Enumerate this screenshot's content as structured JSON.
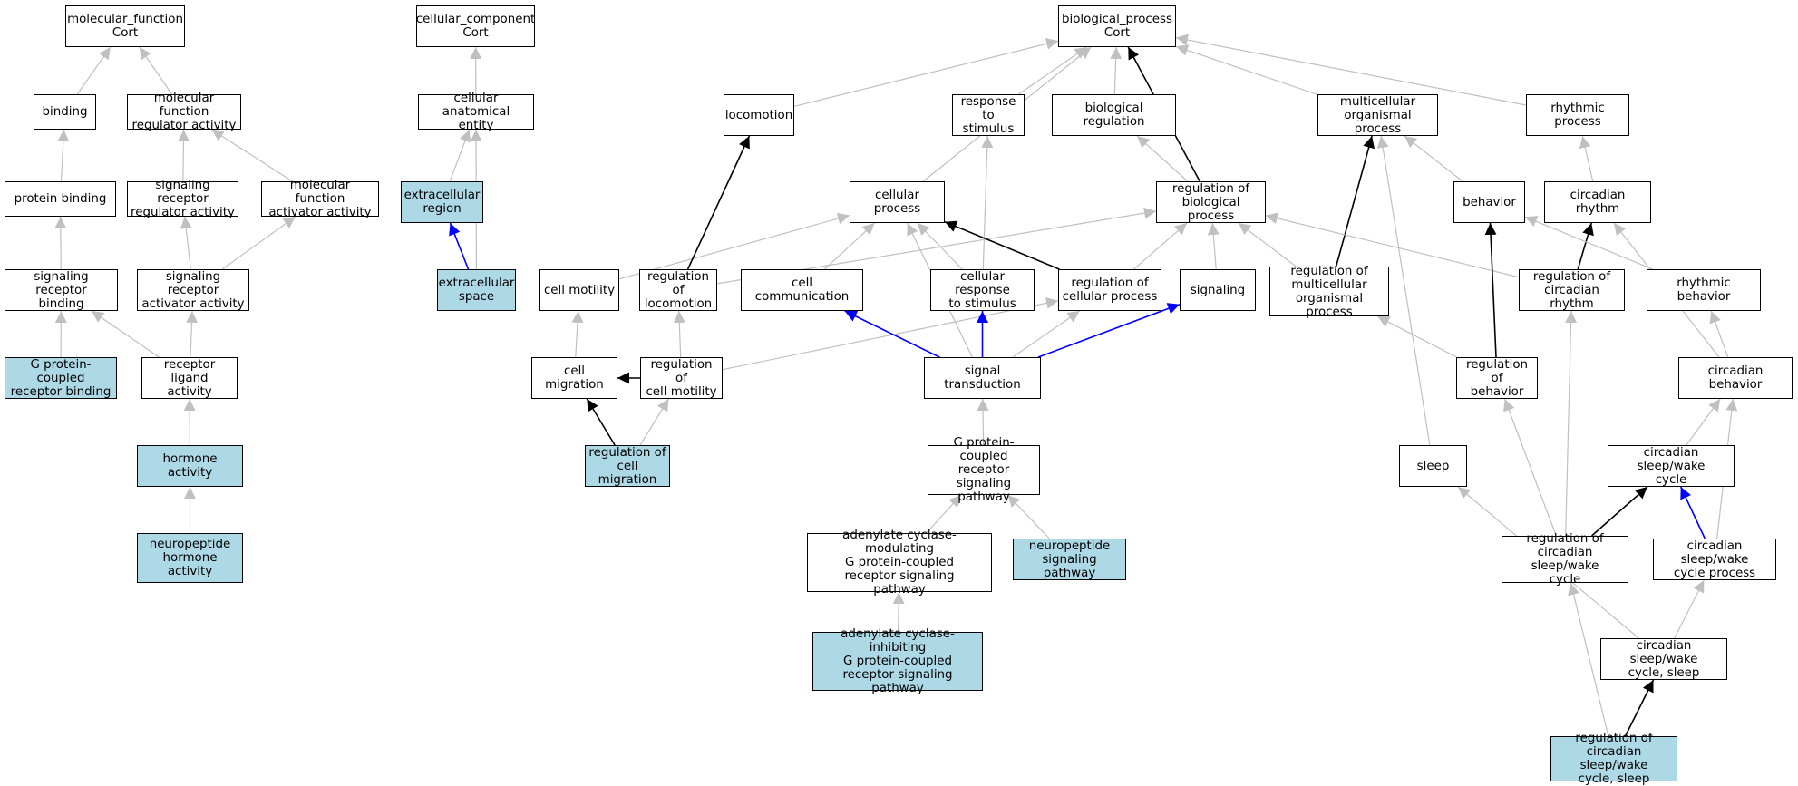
{
  "colors": {
    "is_a": "#c0c0c0",
    "part_of": "#000000",
    "regulates": "#0000ff",
    "highlight_fill": "#add8e6",
    "node_fill": "#ffffff"
  },
  "nodes": [
    {
      "id": "mf",
      "label": "molecular_function\nCort",
      "highlight": false
    },
    {
      "id": "binding",
      "label": "binding",
      "highlight": false
    },
    {
      "id": "mfra",
      "label": "molecular function\nregulator activity",
      "highlight": false
    },
    {
      "id": "protbind",
      "label": "protein binding",
      "highlight": false
    },
    {
      "id": "srra",
      "label": "signaling receptor\nregulator activity",
      "highlight": false
    },
    {
      "id": "mfaa",
      "label": "molecular function\nactivator activity",
      "highlight": false
    },
    {
      "id": "srb",
      "label": "signaling receptor\nbinding",
      "highlight": false
    },
    {
      "id": "sraa",
      "label": "signaling receptor\nactivator activity",
      "highlight": false
    },
    {
      "id": "gpcrb",
      "label": "G protein-coupled\nreceptor binding",
      "highlight": true
    },
    {
      "id": "rla",
      "label": "receptor ligand\nactivity",
      "highlight": false
    },
    {
      "id": "hormone",
      "label": "hormone activity",
      "highlight": true
    },
    {
      "id": "neurohorm",
      "label": "neuropeptide\nhormone activity",
      "highlight": true
    },
    {
      "id": "cc",
      "label": "cellular_component\nCort",
      "highlight": false
    },
    {
      "id": "cae",
      "label": "cellular anatomical\nentity",
      "highlight": false
    },
    {
      "id": "ecr",
      "label": "extracellular\nregion",
      "highlight": true
    },
    {
      "id": "ecs",
      "label": "extracellular\nspace",
      "highlight": true
    },
    {
      "id": "bp",
      "label": "biological_process\nCort",
      "highlight": false
    },
    {
      "id": "locomotion",
      "label": "locomotion",
      "highlight": false
    },
    {
      "id": "rts",
      "label": "response to\nstimulus",
      "highlight": false
    },
    {
      "id": "bioreg",
      "label": "biological regulation",
      "highlight": false
    },
    {
      "id": "mop",
      "label": "multicellular\norganismal process",
      "highlight": false
    },
    {
      "id": "rhythmic",
      "label": "rhythmic process",
      "highlight": false
    },
    {
      "id": "cellproc",
      "label": "cellular process",
      "highlight": false
    },
    {
      "id": "robp",
      "label": "regulation of\nbiological process",
      "highlight": false
    },
    {
      "id": "behavior",
      "label": "behavior",
      "highlight": false
    },
    {
      "id": "circrhythm",
      "label": "circadian rhythm",
      "highlight": false
    },
    {
      "id": "cellmot",
      "label": "cell motility",
      "highlight": false
    },
    {
      "id": "reglocom",
      "label": "regulation of\nlocomotion",
      "highlight": false
    },
    {
      "id": "cellcomm",
      "label": "cell communication",
      "highlight": false
    },
    {
      "id": "crts",
      "label": "cellular response\nto stimulus",
      "highlight": false
    },
    {
      "id": "regcp",
      "label": "regulation of\ncellular process",
      "highlight": false
    },
    {
      "id": "signaling",
      "label": "signaling",
      "highlight": false
    },
    {
      "id": "regmop",
      "label": "regulation of\nmulticellular\norganismal process",
      "highlight": false
    },
    {
      "id": "regcr",
      "label": "regulation of\ncircadian rhythm",
      "highlight": false
    },
    {
      "id": "rhythbeh",
      "label": "rhythmic behavior",
      "highlight": false
    },
    {
      "id": "cellmig",
      "label": "cell migration",
      "highlight": false
    },
    {
      "id": "regcm",
      "label": "regulation of\ncell motility",
      "highlight": false
    },
    {
      "id": "sigtrans",
      "label": "signal transduction",
      "highlight": false
    },
    {
      "id": "regbeh",
      "label": "regulation of\nbehavior",
      "highlight": false
    },
    {
      "id": "circbeh",
      "label": "circadian behavior",
      "highlight": false
    },
    {
      "id": "regcmig",
      "label": "regulation of\ncell migration",
      "highlight": true
    },
    {
      "id": "gpcrsp",
      "label": "G protein-coupled\nreceptor signaling\npathway",
      "highlight": false
    },
    {
      "id": "sleep",
      "label": "sleep",
      "highlight": false
    },
    {
      "id": "cswc",
      "label": "circadian sleep/wake\ncycle",
      "highlight": false
    },
    {
      "id": "acm",
      "label": "adenylate cyclase-modulating\nG protein-coupled\nreceptor signaling\npathway",
      "highlight": false
    },
    {
      "id": "neurosp",
      "label": "neuropeptide\nsignaling pathway",
      "highlight": true
    },
    {
      "id": "regcswc",
      "label": "regulation of\ncircadian sleep/wake\ncycle",
      "highlight": false
    },
    {
      "id": "cswcp",
      "label": "circadian sleep/wake\ncycle process",
      "highlight": false
    },
    {
      "id": "aci",
      "label": "adenylate cyclase-inhibiting\nG protein-coupled\nreceptor signaling\npathway",
      "highlight": true
    },
    {
      "id": "cswcs",
      "label": "circadian sleep/wake\ncycle, sleep",
      "highlight": false
    },
    {
      "id": "regcswcs",
      "label": "regulation of\ncircadian sleep/wake\ncycle, sleep",
      "highlight": true
    }
  ],
  "edges": [
    {
      "from": "binding",
      "to": "mf",
      "type": "is_a"
    },
    {
      "from": "mfra",
      "to": "mf",
      "type": "is_a"
    },
    {
      "from": "protbind",
      "to": "binding",
      "type": "is_a"
    },
    {
      "from": "srra",
      "to": "mfra",
      "type": "is_a"
    },
    {
      "from": "mfaa",
      "to": "mfra",
      "type": "is_a"
    },
    {
      "from": "srb",
      "to": "protbind",
      "type": "is_a"
    },
    {
      "from": "sraa",
      "to": "srra",
      "type": "is_a"
    },
    {
      "from": "sraa",
      "to": "mfaa",
      "type": "is_a"
    },
    {
      "from": "gpcrb",
      "to": "srb",
      "type": "is_a"
    },
    {
      "from": "rla",
      "to": "srb",
      "type": "is_a"
    },
    {
      "from": "rla",
      "to": "sraa",
      "type": "is_a"
    },
    {
      "from": "hormone",
      "to": "rla",
      "type": "is_a"
    },
    {
      "from": "neurohorm",
      "to": "hormone",
      "type": "is_a"
    },
    {
      "from": "cae",
      "to": "cc",
      "type": "is_a"
    },
    {
      "from": "ecr",
      "to": "cae",
      "type": "is_a"
    },
    {
      "from": "ecs",
      "to": "cae",
      "type": "is_a"
    },
    {
      "from": "ecs",
      "to": "ecr",
      "type": "regulates"
    },
    {
      "from": "locomotion",
      "to": "bp",
      "type": "is_a"
    },
    {
      "from": "rts",
      "to": "bp",
      "type": "is_a"
    },
    {
      "from": "bioreg",
      "to": "bp",
      "type": "is_a"
    },
    {
      "from": "mop",
      "to": "bp",
      "type": "is_a"
    },
    {
      "from": "rhythmic",
      "to": "bp",
      "type": "is_a"
    },
    {
      "from": "cellproc",
      "to": "bp",
      "type": "is_a"
    },
    {
      "from": "robp",
      "to": "bp",
      "type": "part_of"
    },
    {
      "from": "robp",
      "to": "bioreg",
      "type": "is_a"
    },
    {
      "from": "behavior",
      "to": "mop",
      "type": "is_a"
    },
    {
      "from": "circrhythm",
      "to": "rhythmic",
      "type": "is_a"
    },
    {
      "from": "cellmot",
      "to": "cellproc",
      "type": "is_a"
    },
    {
      "from": "reglocom",
      "to": "locomotion",
      "type": "part_of"
    },
    {
      "from": "reglocom",
      "to": "robp",
      "type": "is_a"
    },
    {
      "from": "cellcomm",
      "to": "cellproc",
      "type": "is_a"
    },
    {
      "from": "crts",
      "to": "cellproc",
      "type": "is_a"
    },
    {
      "from": "crts",
      "to": "rts",
      "type": "is_a"
    },
    {
      "from": "regcp",
      "to": "cellproc",
      "type": "part_of"
    },
    {
      "from": "regcp",
      "to": "robp",
      "type": "is_a"
    },
    {
      "from": "signaling",
      "to": "robp",
      "type": "is_a"
    },
    {
      "from": "regmop",
      "to": "robp",
      "type": "is_a"
    },
    {
      "from": "regmop",
      "to": "mop",
      "type": "part_of"
    },
    {
      "from": "regcr",
      "to": "robp",
      "type": "is_a"
    },
    {
      "from": "regcr",
      "to": "circrhythm",
      "type": "part_of"
    },
    {
      "from": "rhythbeh",
      "to": "behavior",
      "type": "is_a"
    },
    {
      "from": "cellmig",
      "to": "cellmot",
      "type": "is_a"
    },
    {
      "from": "regcm",
      "to": "cellmig",
      "type": "part_of"
    },
    {
      "from": "regcm",
      "to": "reglocom",
      "type": "is_a"
    },
    {
      "from": "regcm",
      "to": "regcp",
      "type": "is_a"
    },
    {
      "from": "sigtrans",
      "to": "cellcomm",
      "type": "regulates"
    },
    {
      "from": "sigtrans",
      "to": "crts",
      "type": "regulates"
    },
    {
      "from": "sigtrans",
      "to": "cellproc",
      "type": "is_a"
    },
    {
      "from": "sigtrans",
      "to": "regcp",
      "type": "is_a"
    },
    {
      "from": "sigtrans",
      "to": "signaling",
      "type": "regulates"
    },
    {
      "from": "regbeh",
      "to": "behavior",
      "type": "part_of"
    },
    {
      "from": "regbeh",
      "to": "regmop",
      "type": "is_a"
    },
    {
      "from": "circbeh",
      "to": "rhythbeh",
      "type": "is_a"
    },
    {
      "from": "circbeh",
      "to": "circrhythm",
      "type": "is_a"
    },
    {
      "from": "regcmig",
      "to": "cellmig",
      "type": "part_of"
    },
    {
      "from": "regcmig",
      "to": "regcm",
      "type": "is_a"
    },
    {
      "from": "gpcrsp",
      "to": "sigtrans",
      "type": "is_a"
    },
    {
      "from": "sleep",
      "to": "mop",
      "type": "is_a"
    },
    {
      "from": "cswc",
      "to": "circbeh",
      "type": "is_a"
    },
    {
      "from": "acm",
      "to": "gpcrsp",
      "type": "is_a"
    },
    {
      "from": "neurosp",
      "to": "gpcrsp",
      "type": "is_a"
    },
    {
      "from": "regcswc",
      "to": "regbeh",
      "type": "is_a"
    },
    {
      "from": "regcswc",
      "to": "regcr",
      "type": "is_a"
    },
    {
      "from": "regcswc",
      "to": "cswc",
      "type": "part_of"
    },
    {
      "from": "cswcp",
      "to": "cswc",
      "type": "regulates"
    },
    {
      "from": "cswcp",
      "to": "circbeh",
      "type": "is_a"
    },
    {
      "from": "aci",
      "to": "acm",
      "type": "is_a"
    },
    {
      "from": "cswcs",
      "to": "sleep",
      "type": "is_a"
    },
    {
      "from": "cswcs",
      "to": "cswcp",
      "type": "is_a"
    },
    {
      "from": "regcswcs",
      "to": "regcswc",
      "type": "is_a"
    },
    {
      "from": "regcswcs",
      "to": "cswcs",
      "type": "part_of"
    }
  ]
}
